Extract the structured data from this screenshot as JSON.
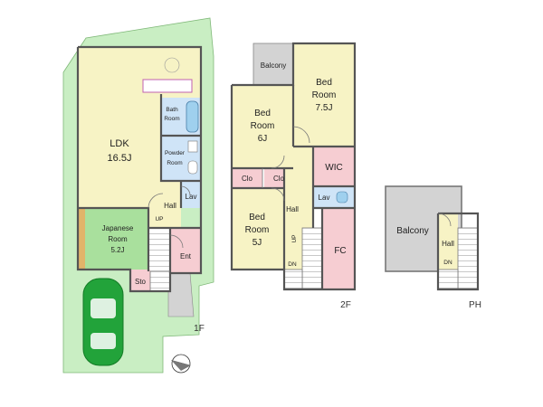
{
  "floors": {
    "f1": "1F",
    "f2": "2F",
    "ph": "PH"
  },
  "rooms_1f": {
    "ldk_name": "LDK",
    "ldk_size": "16.5J",
    "bath_1": "Bath",
    "bath_2": "Room",
    "powder_1": "Powder",
    "powder_2": "Room",
    "lav": "Lav",
    "hall": "Hall",
    "up": "UP",
    "japanese_1": "Japanese",
    "japanese_2": "Room",
    "japanese_size": "5.2J",
    "entrance": "Ent",
    "storage": "Sto"
  },
  "rooms_2f": {
    "balcony": "Balcony",
    "bed1_1": "Bed",
    "bed1_2": "Room",
    "bed1_size": "6J",
    "bed2_1": "Bed",
    "bed2_2": "Room",
    "bed2_size": "7.5J",
    "wic": "WIC",
    "clo_a": "Clo",
    "clo_b": "Clo",
    "lav": "Lav",
    "hall": "Hall",
    "bed3_1": "Bed",
    "bed3_2": "Room",
    "bed3_size": "5J",
    "up": "UP",
    "dn": "DN",
    "fc": "FC"
  },
  "rooms_ph": {
    "balcony": "Balcony",
    "hall": "Hall",
    "dn": "DN"
  },
  "colors": {
    "garden": "#c9eec3",
    "living": "#f7f3c5",
    "wet": "#cfe4f7",
    "closet": "#f6cdd2",
    "balcony": "#d3d3d3",
    "tatami": "#a9e09d",
    "car": "#22a33a"
  },
  "icons": {
    "compass": "compass-icon",
    "car": "car-icon"
  }
}
